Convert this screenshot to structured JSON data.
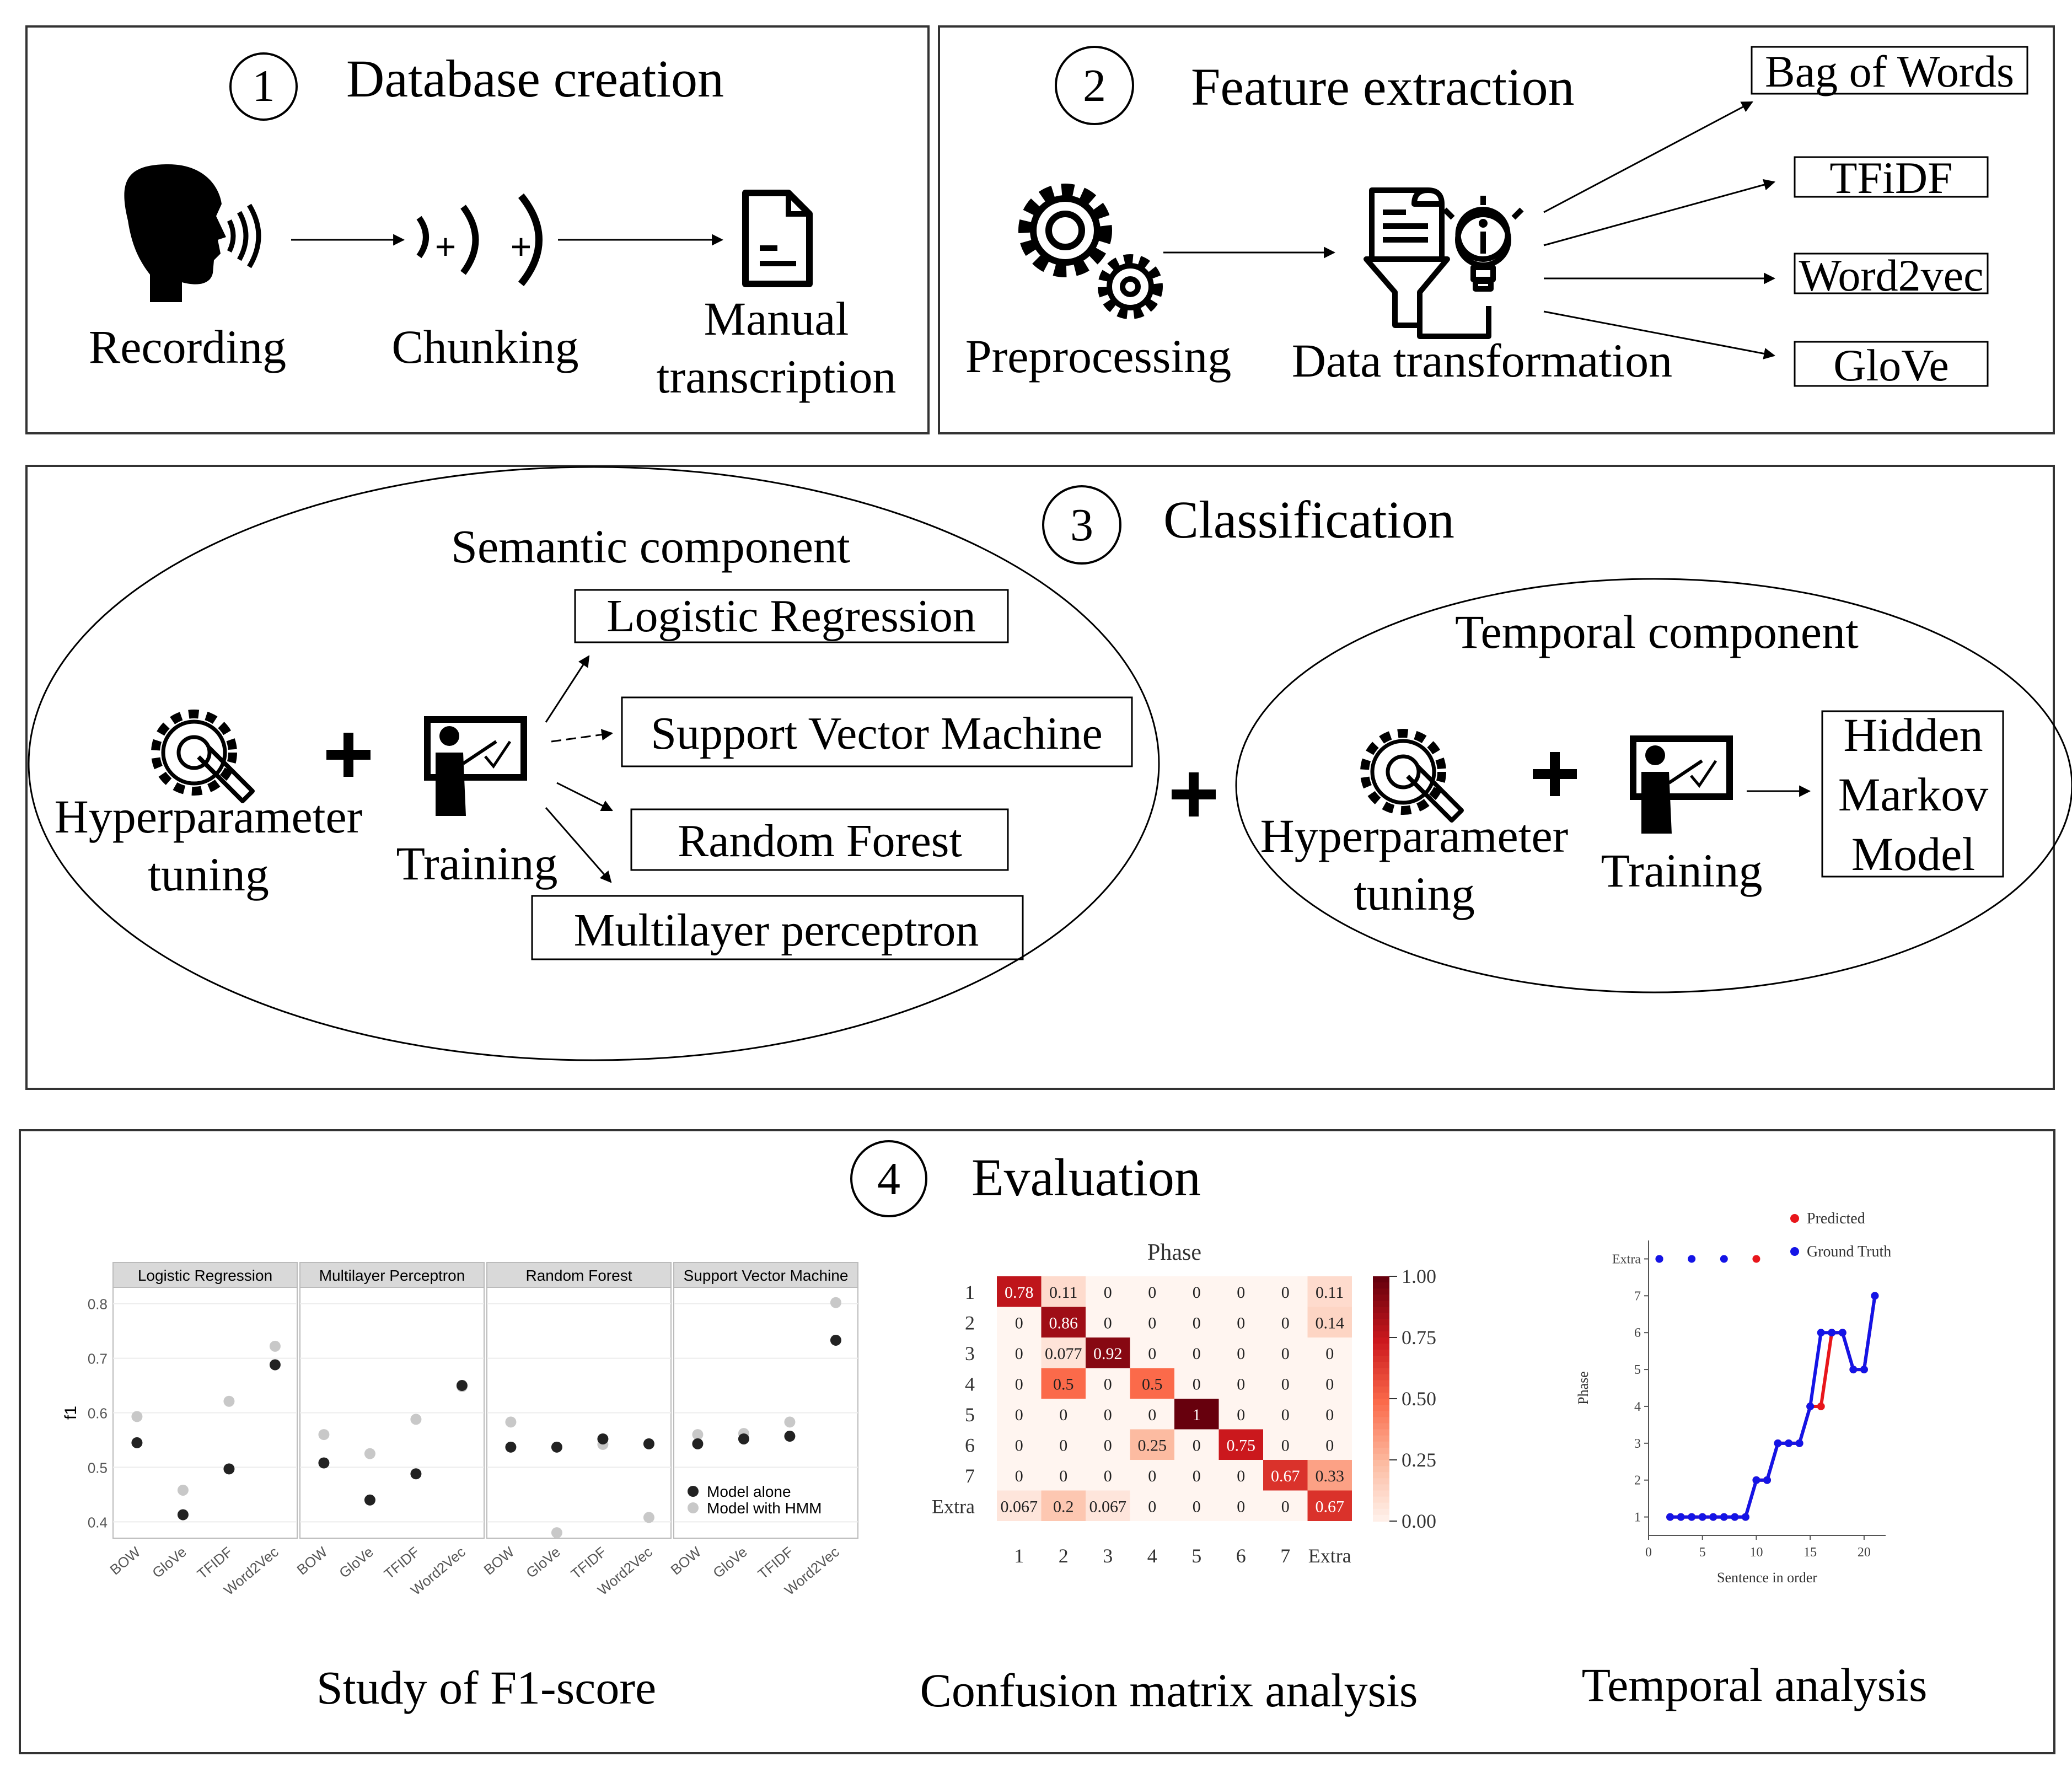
{
  "section1": {
    "number": "1",
    "title": "Database creation",
    "steps": [
      {
        "icon": "speaking-head-icon",
        "label": "Recording"
      },
      {
        "icon": "chunking-icon",
        "label": "Chunking"
      },
      {
        "icon": "document-icon",
        "label_lines": [
          "Manual",
          "transcription"
        ]
      }
    ],
    "chunk_plus": "+"
  },
  "section2": {
    "number": "2",
    "title": "Feature extraction",
    "steps": [
      {
        "icon": "gears-icon",
        "label": "Preprocessing"
      },
      {
        "icon": "data-transformation-icon",
        "label": "Data transformation"
      }
    ],
    "features": [
      "Bag of Words",
      "TFiDF",
      "Word2vec",
      "GloVe"
    ]
  },
  "section3": {
    "number": "3",
    "title": "Classification",
    "plus": "+",
    "semantic": {
      "title": "Semantic component",
      "tuning_lines": [
        "Hyperparameter",
        "tuning"
      ],
      "training": "Training",
      "models": [
        "Logistic Regression",
        "Support Vector Machine",
        "Random Forest",
        "Multilayer perceptron"
      ]
    },
    "temporal": {
      "title": "Temporal component",
      "tuning_lines": [
        "Hyperparameter",
        "tuning"
      ],
      "training": "Training",
      "model_lines": [
        "Hidden",
        "Markov",
        "Model"
      ]
    }
  },
  "section4": {
    "number": "4",
    "title": "Evaluation",
    "captions": [
      "Study of F1-score",
      "Confusion matrix analysis",
      "Temporal analysis"
    ]
  },
  "colors": {
    "alone": "#222222",
    "hmm": "#c8c8c8",
    "predicted": "#e8161b",
    "truth": "#1414e6",
    "panel_strip": "#d9d9d9"
  },
  "chart_data": [
    {
      "type": "scatter",
      "ylabel": "f1",
      "ylim": [
        0.37,
        0.83
      ],
      "yticks": [
        "0.4",
        "0.5",
        "0.6",
        "0.7",
        "0.8"
      ],
      "categories": [
        "BOW",
        "GloVe",
        "TFIDF",
        "Word2Vec"
      ],
      "legend": [
        "Model alone",
        "Model with HMM"
      ],
      "legend_position": "bottom-right",
      "panels": [
        {
          "name": "Logistic Regression",
          "alone": [
            0.545,
            0.413,
            0.497,
            0.688
          ],
          "hmm": [
            0.593,
            0.458,
            0.621,
            0.722
          ]
        },
        {
          "name": "Multilayer Perceptron",
          "alone": [
            0.508,
            0.44,
            0.488,
            0.65
          ],
          "hmm": [
            0.56,
            0.525,
            0.588,
            0.648
          ]
        },
        {
          "name": "Random Forest",
          "alone": [
            0.537,
            0.537,
            0.552,
            0.543
          ],
          "hmm": [
            0.583,
            0.38,
            0.542,
            0.408
          ]
        },
        {
          "name": "Support Vector Machine",
          "alone": [
            0.543,
            0.552,
            0.557,
            0.733
          ],
          "hmm": [
            0.56,
            0.562,
            0.583,
            0.802
          ]
        }
      ]
    },
    {
      "type": "heatmap",
      "title": "Phase",
      "row_labels": [
        "1",
        "2",
        "3",
        "4",
        "5",
        "6",
        "7",
        "Extra"
      ],
      "col_labels": [
        "1",
        "2",
        "3",
        "4",
        "5",
        "6",
        "7",
        "Extra"
      ],
      "values": [
        [
          0.78,
          0.11,
          0,
          0,
          0,
          0,
          0,
          0.11
        ],
        [
          0,
          0.86,
          0,
          0,
          0,
          0,
          0,
          0.14
        ],
        [
          0,
          0.077,
          0.92,
          0,
          0,
          0,
          0,
          0
        ],
        [
          0,
          0.5,
          0,
          0.5,
          0,
          0,
          0,
          0
        ],
        [
          0,
          0,
          0,
          0,
          1,
          0,
          0,
          0
        ],
        [
          0,
          0,
          0,
          0.25,
          0,
          0.75,
          0,
          0
        ],
        [
          0,
          0,
          0,
          0,
          0,
          0,
          0.67,
          0.33
        ],
        [
          0.067,
          0.2,
          0.067,
          0,
          0,
          0,
          0,
          0.67
        ]
      ],
      "labels": [
        [
          "0.78",
          "0.11",
          "0",
          "0",
          "0",
          "0",
          "0",
          "0.11"
        ],
        [
          "0",
          "0.86",
          "0",
          "0",
          "0",
          "0",
          "0",
          "0.14"
        ],
        [
          "0",
          "0.077",
          "0.92",
          "0",
          "0",
          "0",
          "0",
          "0"
        ],
        [
          "0",
          "0.5",
          "0",
          "0.5",
          "0",
          "0",
          "0",
          "0"
        ],
        [
          "0",
          "0",
          "0",
          "0",
          "1",
          "0",
          "0",
          "0"
        ],
        [
          "0",
          "0",
          "0",
          "0.25",
          "0",
          "0.75",
          "0",
          "0"
        ],
        [
          "0",
          "0",
          "0",
          "0",
          "0",
          "0",
          "0.67",
          "0.33"
        ],
        [
          "0.067",
          "0.2",
          "0.067",
          "0",
          "0",
          "0",
          "0",
          "0.67"
        ]
      ],
      "colorbar_ticks": [
        "1.00",
        "0.75",
        "0.50",
        "0.25",
        "0.00"
      ],
      "colorbar_range": [
        0,
        1
      ]
    },
    {
      "type": "line",
      "xlabel": "Sentence in order",
      "ylabel": "Phase",
      "xlim": [
        0,
        22
      ],
      "xticks": [
        0,
        5,
        10,
        15,
        20
      ],
      "ylim": [
        0.5,
        8.5
      ],
      "ytick_labels": [
        "1",
        "2",
        "3",
        "4",
        "5",
        "6",
        "7",
        "Extra"
      ],
      "legend_position": "top-right",
      "series": [
        {
          "name": "Predicted",
          "x": [
            1,
            2,
            3,
            4,
            5,
            6,
            7,
            8,
            9,
            10,
            11,
            12,
            13,
            14,
            15,
            16,
            17,
            18,
            19,
            20,
            21
          ],
          "y": [
            8,
            1,
            1,
            1,
            1,
            1,
            1,
            1,
            1,
            2,
            2,
            3,
            3,
            3,
            4,
            4,
            6,
            6,
            5,
            5,
            7
          ]
        },
        {
          "name": "Ground Truth",
          "x": [
            1,
            2,
            3,
            4,
            5,
            6,
            7,
            8,
            9,
            10,
            11,
            12,
            13,
            14,
            15,
            16,
            17,
            18,
            19,
            20,
            21
          ],
          "y": [
            8,
            1,
            1,
            1,
            1,
            1,
            1,
            1,
            1,
            2,
            2,
            3,
            3,
            3,
            4,
            6,
            6,
            6,
            5,
            5,
            7
          ]
        }
      ]
    }
  ]
}
